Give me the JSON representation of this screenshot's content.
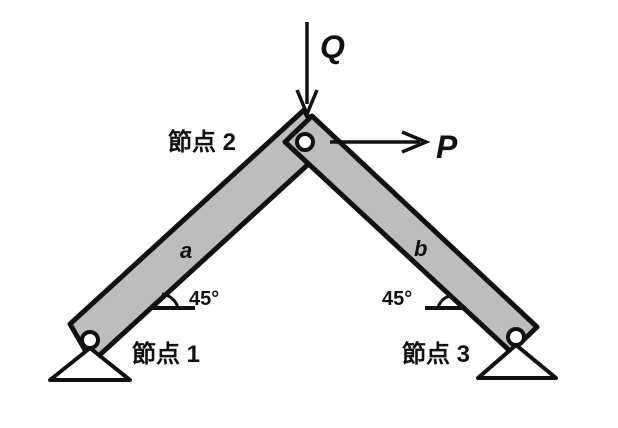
{
  "labels": {
    "node1": "節点 1",
    "node2": "節点 2",
    "node3": "節点 3",
    "member_a": "a",
    "member_b": "b",
    "angle_left": "45°",
    "angle_right": "45°",
    "force_Q": "Q",
    "force_P": "P"
  },
  "colors": {
    "member_fill": "#bdbdbd",
    "stroke": "#111111",
    "background": "#ffffff"
  }
}
